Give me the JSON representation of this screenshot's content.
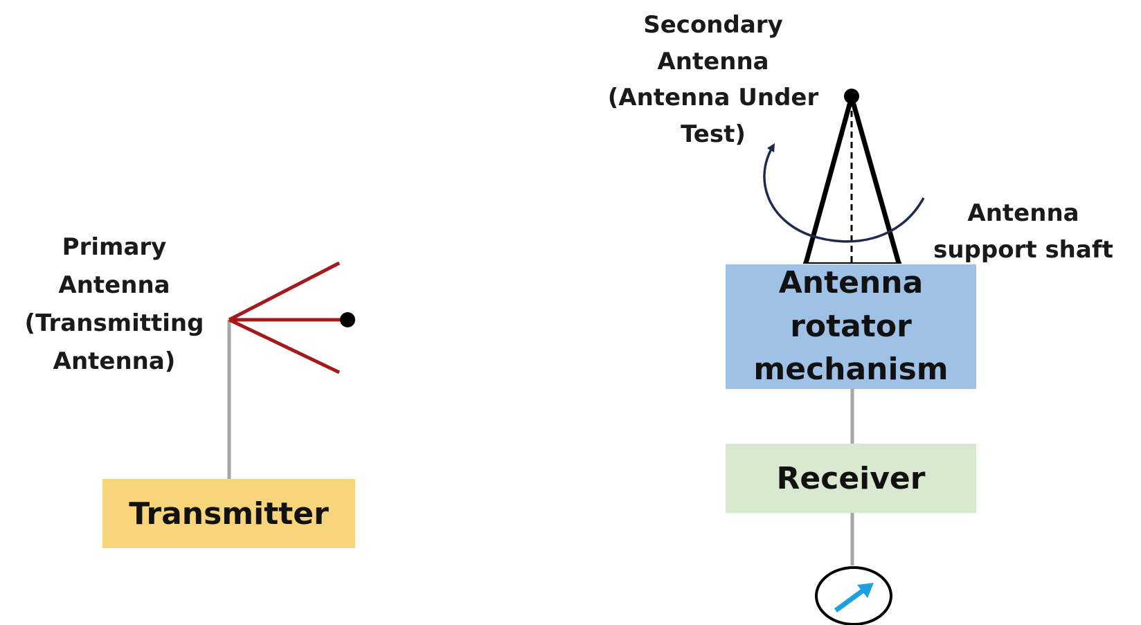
{
  "diagram": {
    "primary_antenna_label": {
      "line1": "Primary",
      "line2": "Antenna",
      "line3": "(Transmitting",
      "line4": "Antenna)"
    },
    "secondary_antenna_label": {
      "line1": "Secondary",
      "line2": "Antenna",
      "line3": "(Antenna Under",
      "line4": "Test)"
    },
    "shaft_label": {
      "line1": "Antenna",
      "line2": "support shaft"
    },
    "transmitter": "Transmitter",
    "rotator": {
      "line1": "Antenna",
      "line2": "rotator",
      "line3": "mechanism"
    },
    "receiver": "Receiver"
  },
  "colors": {
    "transmitting_antenna": "#a3191c",
    "connector_line": "#a6a6a6",
    "rotation_arrow": "#1f2a4f",
    "meter_needle": "#1e9fe0",
    "transmitter_fill": "#f8d57a",
    "rotator_fill": "#9fc1e6",
    "receiver_fill": "#d9e9d0"
  },
  "icons": {
    "rotation": "curved-arrow-icon",
    "meter": "meter-gauge-icon"
  }
}
